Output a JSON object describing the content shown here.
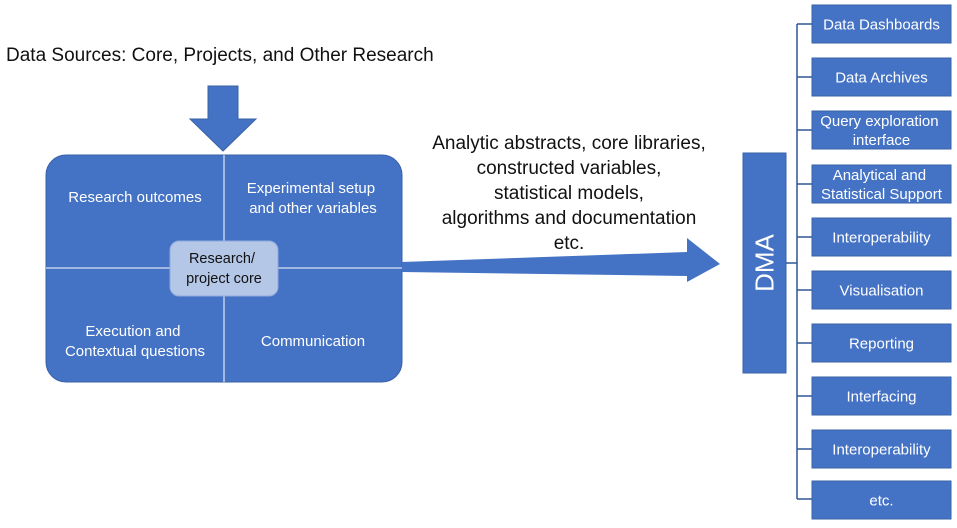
{
  "header": {
    "sources": "Data Sources: Core, Projects, and Other Research"
  },
  "core_panel": {
    "top_left": "Research outcomes",
    "top_right": [
      "Experimental setup",
      "and other variables"
    ],
    "bottom_left": [
      "Execution and",
      "Contextual questions"
    ],
    "bottom_right": "Communication",
    "center": [
      "Research/",
      "project core"
    ]
  },
  "flow_label": [
    "Analytic abstracts, core libraries,",
    "constructed variables,",
    "statistical models,",
    "algorithms and documentation",
    "etc."
  ],
  "dma": {
    "label": "DMA"
  },
  "outputs": [
    [
      "Data Dashboards"
    ],
    [
      "Data Archives"
    ],
    [
      "Query exploration",
      "interface"
    ],
    [
      "Analytical and",
      "Statistical Support"
    ],
    [
      "Interoperability"
    ],
    [
      "Visualisation"
    ],
    [
      "Reporting"
    ],
    [
      "Interfacing"
    ],
    [
      "Interoperability"
    ],
    [
      "etc."
    ]
  ],
  "colors": {
    "primary": "#4472c4",
    "center_box": "#b4c7e7",
    "connector": "#2f5597",
    "text_dark": "#111111"
  }
}
